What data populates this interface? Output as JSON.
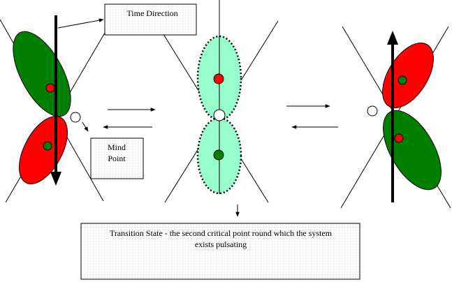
{
  "labels": {
    "time_direction": "Time Direction",
    "mind_point_line1": "Mind",
    "mind_point_line2": "Point",
    "transition_line1": "Transition State - the second critical point round which the system",
    "transition_line2": "exists pulsating"
  },
  "colors": {
    "green": "#007f00",
    "red": "#ff0000",
    "aqua": "#99ffcc",
    "box_fill": "#f4f4f4",
    "stroke": "#000000"
  }
}
